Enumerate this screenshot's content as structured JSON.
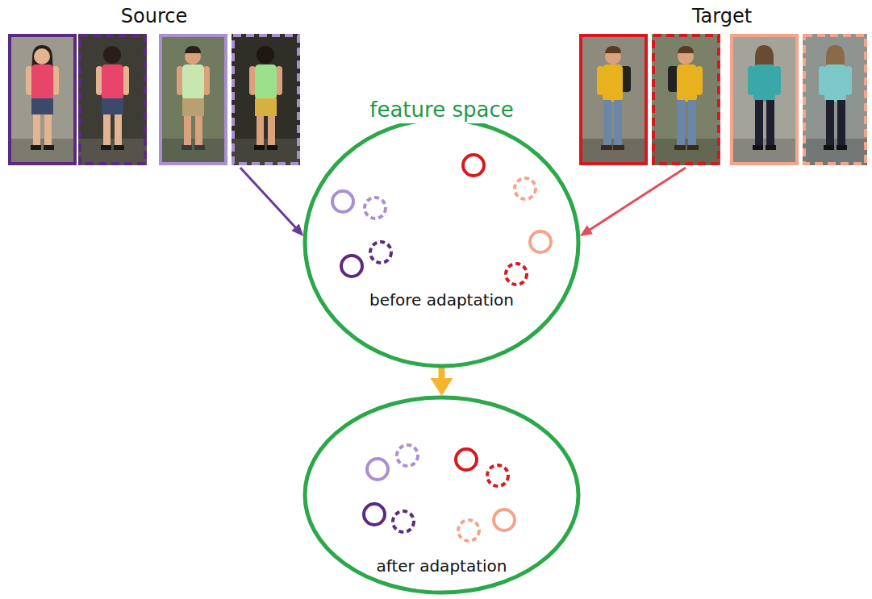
{
  "diagram": {
    "nodes": [
      {
        "text": [
          "Source"
        ]
      },
      {
        "text": [
          "Target"
        ]
      },
      {
        "text": [
          "feature space",
          "before adaptation"
        ]
      },
      {
        "text": [
          "after adaptation"
        ]
      }
    ],
    "edges": [
      {
        "from": 0,
        "to": 2,
        "arrow": "to"
      },
      {
        "from": 1,
        "to": 2,
        "arrow": "to"
      },
      {
        "from": 2,
        "to": 3,
        "arrow": "to"
      }
    ]
  }
}
